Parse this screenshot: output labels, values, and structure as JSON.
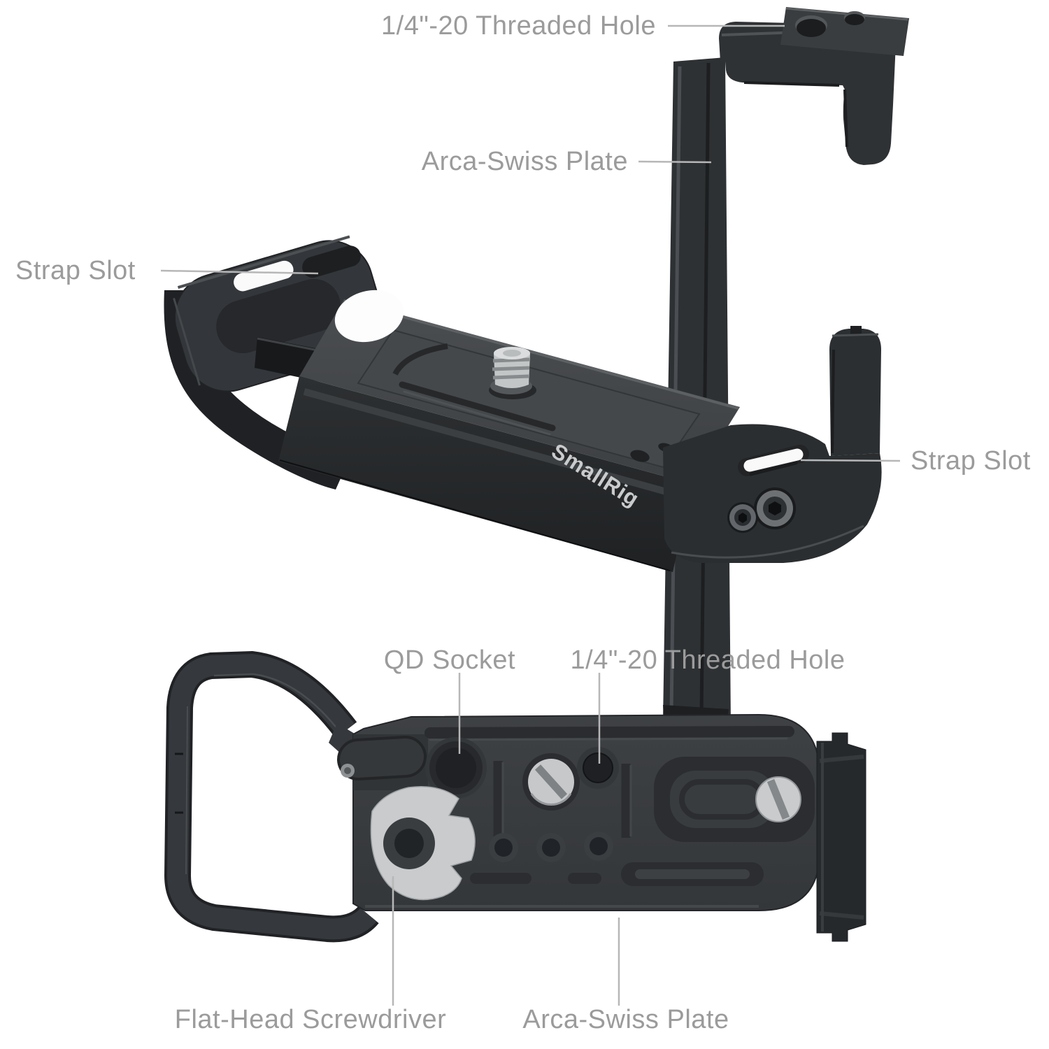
{
  "logo": {
    "text": "SmallRig"
  },
  "callouts": {
    "perspective": [
      {
        "label": "1/4\"-20 Threaded Hole"
      },
      {
        "label": "Arca-Swiss Plate"
      },
      {
        "label": "Strap Slot"
      },
      {
        "label": "Strap Slot"
      }
    ],
    "bottom": [
      {
        "label": "QD Socket"
      },
      {
        "label": "1/4\"-20 Threaded Hole"
      },
      {
        "label": "Flat-Head Screwdriver"
      },
      {
        "label": "Arca-Swiss Plate"
      }
    ]
  },
  "style": {
    "label_color": "#9b9b9b",
    "leader_line_color": "#b7b7b7",
    "body_dark": "#202225",
    "body_main": "#303336",
    "body_face": "#45484b",
    "metal_silver": "#c9cbcd",
    "slot_highlight": "#f9f9f9",
    "logo_color": "#c9cbcc",
    "background": "#ffffff"
  }
}
